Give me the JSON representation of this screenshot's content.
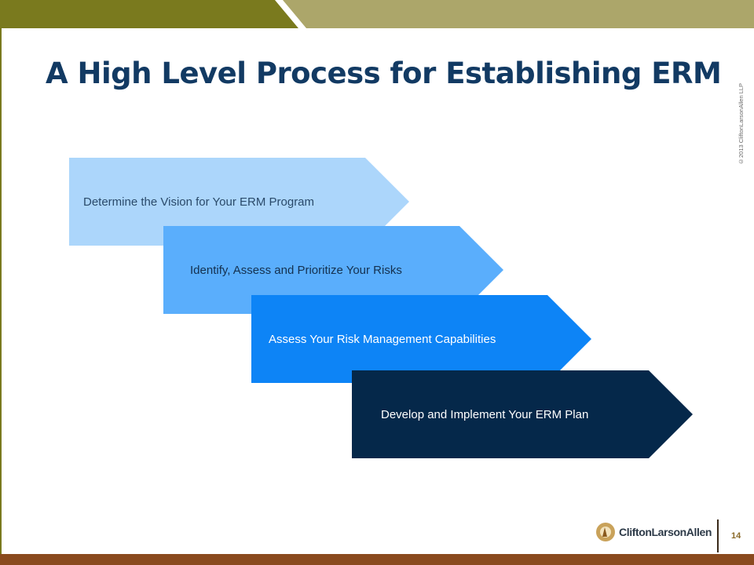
{
  "slide": {
    "title": "A High Level Process for Establishing ERM",
    "copyright": "©2013 CliftonLarsonAllen LLP",
    "page_number": "14",
    "logo_text": "CliftonLarsonAllen"
  },
  "steps": [
    "Determine the Vision for Your ERM Program",
    "Identify, Assess and Prioritize Your Risks",
    "Assess Your Risk Management Capabilities",
    "Develop and Implement Your ERM Plan"
  ],
  "colors": {
    "title": "#123a63",
    "step_1": "#acd6fb",
    "step_2": "#5aaefc",
    "step_3": "#0d84f6",
    "step_4": "#05284a",
    "top_band_dark": "#7a7a1e",
    "top_band_light": "#aca66a",
    "bottom_band": "#8a4a1e"
  }
}
